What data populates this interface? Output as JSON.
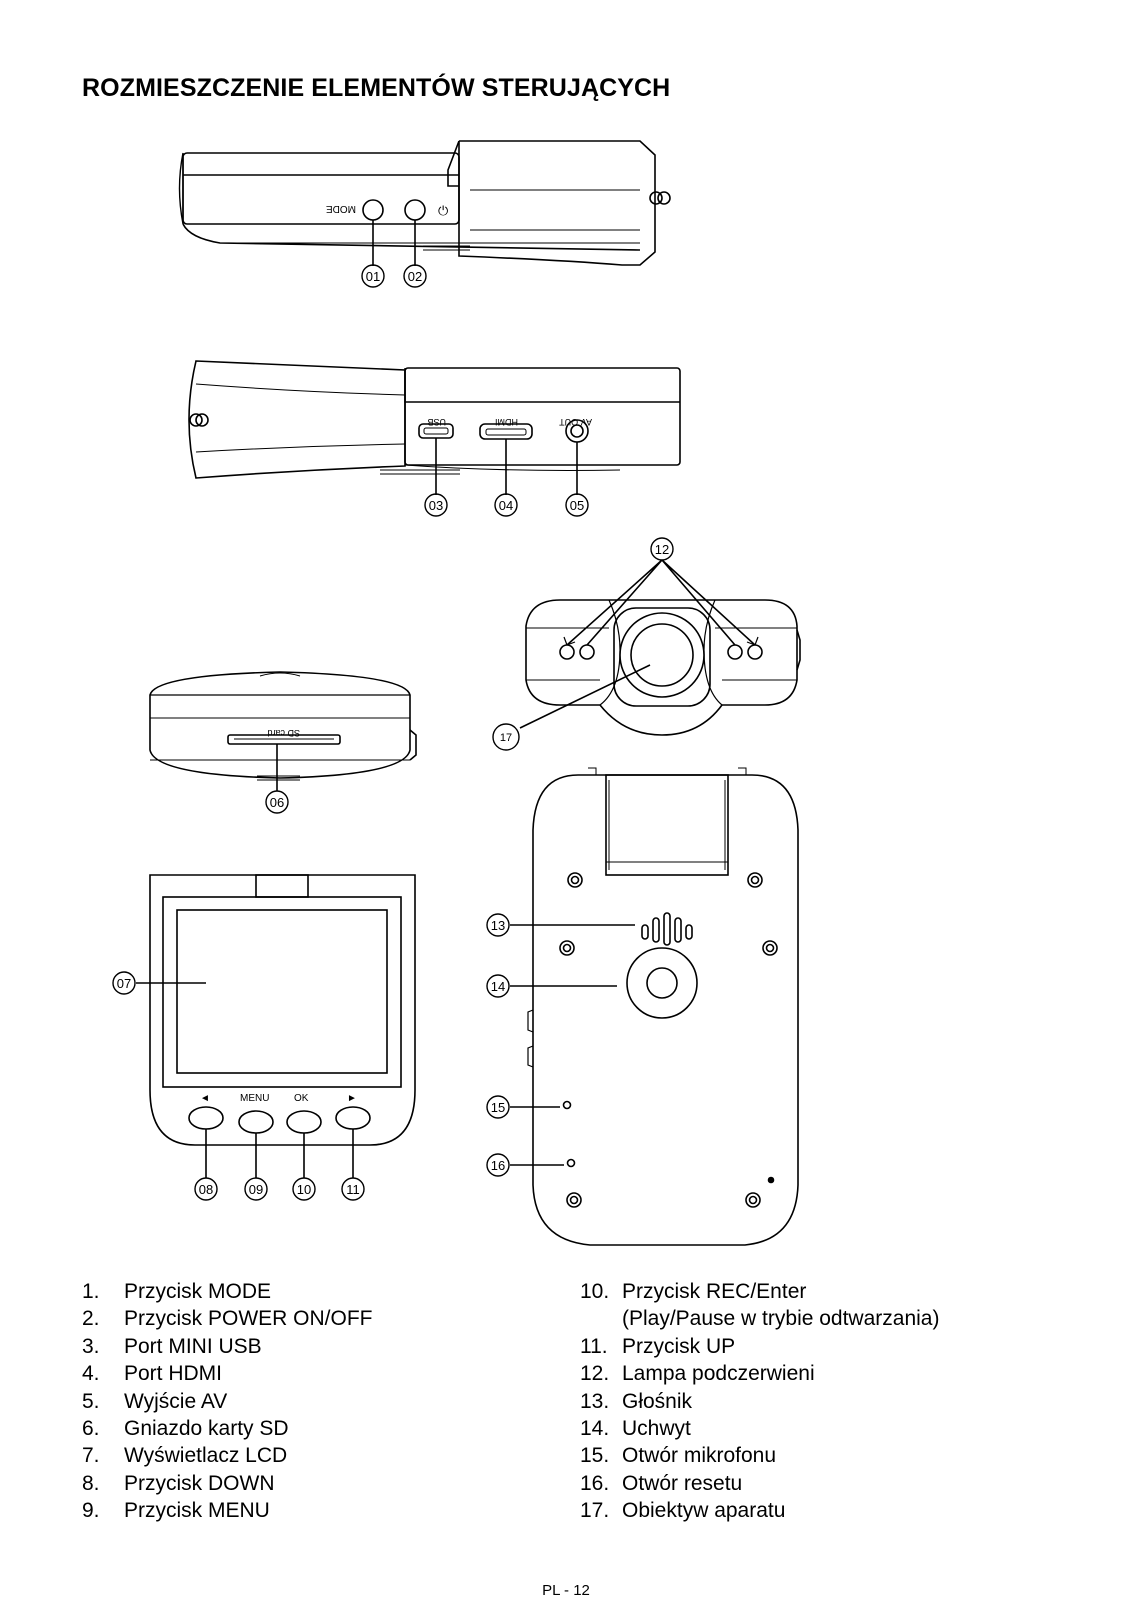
{
  "title": "ROZMIESZCZENIE ELEMENTÓW STERUJĄCYCH",
  "device_labels": {
    "mode": "MODE",
    "power_symbol": "⏻",
    "usb": "USB",
    "hdmi": "HDMI",
    "av_out": "AV OUT",
    "sd_card": "SD card",
    "left_arrow": "◄",
    "menu": "MENU",
    "ok": "OK",
    "right_arrow": "►"
  },
  "callouts": [
    "01",
    "02",
    "03",
    "04",
    "05",
    "06",
    "07",
    "08",
    "09",
    "10",
    "11",
    "12",
    "13",
    "14",
    "15",
    "16",
    "17"
  ],
  "legend_left": [
    {
      "num": "1.",
      "text": "Przycisk MODE"
    },
    {
      "num": "2.",
      "text": "Przycisk POWER ON/OFF"
    },
    {
      "num": "3.",
      "text": "Port MINI USB"
    },
    {
      "num": "4.",
      "text": "Port HDMI"
    },
    {
      "num": "5.",
      "text": "Wyjście AV"
    },
    {
      "num": "6.",
      "text": "Gniazdo karty SD"
    },
    {
      "num": "7.",
      "text": "Wyświetlacz LCD"
    },
    {
      "num": "8.",
      "text": "Przycisk DOWN"
    },
    {
      "num": "9.",
      "text": "Przycisk MENU"
    }
  ],
  "legend_right": [
    {
      "num": "10.",
      "text": "Przycisk REC/Enter",
      "sub": "(Play/Pause w trybie odtwarzania)"
    },
    {
      "num": "11.",
      "text": "Przycisk UP"
    },
    {
      "num": "12.",
      "text": "Lampa podczerwieni"
    },
    {
      "num": "13.",
      "text": "Głośnik"
    },
    {
      "num": "14.",
      "text": "Uchwyt"
    },
    {
      "num": "15.",
      "text": "Otwór mikrofonu"
    },
    {
      "num": "16.",
      "text": "Otwór resetu"
    },
    {
      "num": "17.",
      "text": "Obiektyw aparatu"
    }
  ],
  "page_number": "PL - 12"
}
